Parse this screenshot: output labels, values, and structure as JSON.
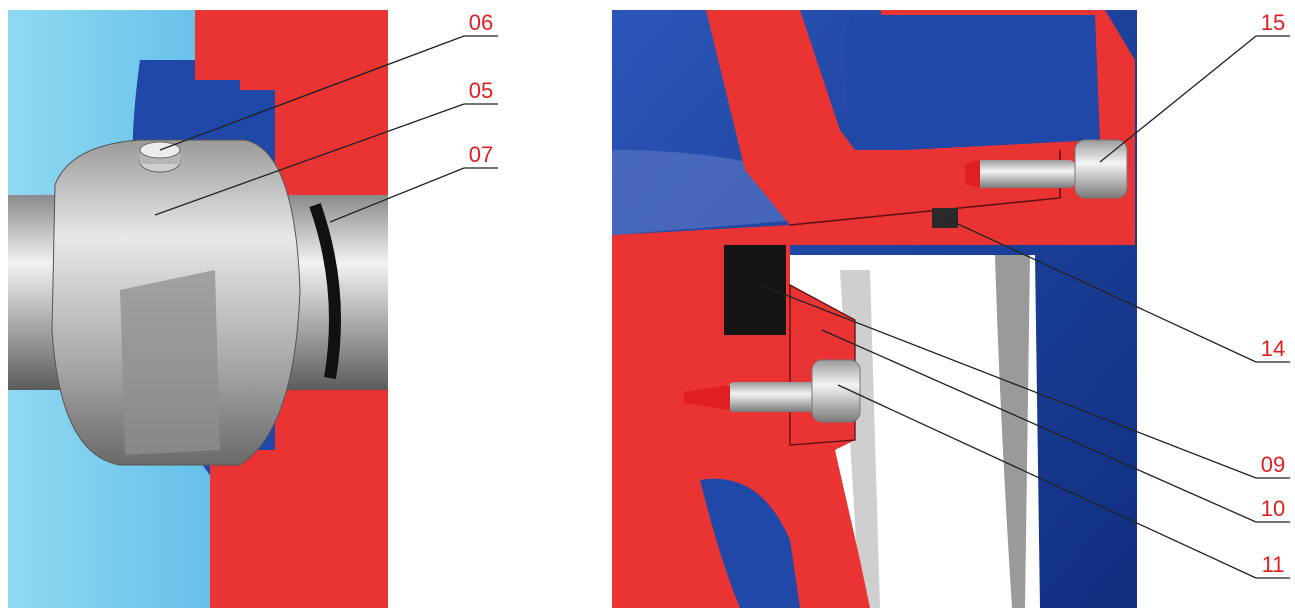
{
  "colors": {
    "housing_red": "#ea3434",
    "casing_blue": "#1f48a8",
    "water_blue": "#7fd0ee",
    "steel_light": "#d8d8d8",
    "steel_dark": "#6e6e6e",
    "seal_black": "#1a1a1a",
    "callout_red": "#e02020",
    "leader_line": "#222222"
  },
  "left_panel": {
    "callouts": [
      {
        "number": "06",
        "target": "locking-pin"
      },
      {
        "number": "05",
        "target": "shaft-nut"
      },
      {
        "number": "07",
        "target": "o-ring"
      }
    ]
  },
  "right_panel": {
    "callouts": [
      {
        "number": "15",
        "target": "upper-screw"
      },
      {
        "number": "14",
        "target": "cover-o-ring"
      },
      {
        "number": "09",
        "target": "packing-seal"
      },
      {
        "number": "10",
        "target": "seal-ring"
      },
      {
        "number": "11",
        "target": "lower-screw"
      }
    ]
  }
}
